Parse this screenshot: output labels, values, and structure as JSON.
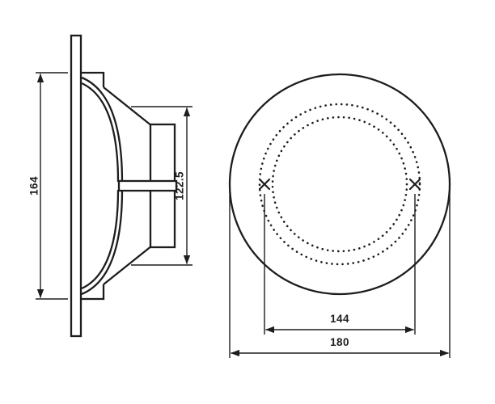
{
  "drawing": {
    "side_view": {
      "height_label": "164",
      "depth_label": "122.5"
    },
    "front_view": {
      "bolt_spacing_label": "144",
      "outer_diameter_label": "180"
    },
    "icons": {
      "hole_marker": "x-cross"
    },
    "colors": {
      "line": "#1d1d1d",
      "background": "#ffffff"
    }
  }
}
